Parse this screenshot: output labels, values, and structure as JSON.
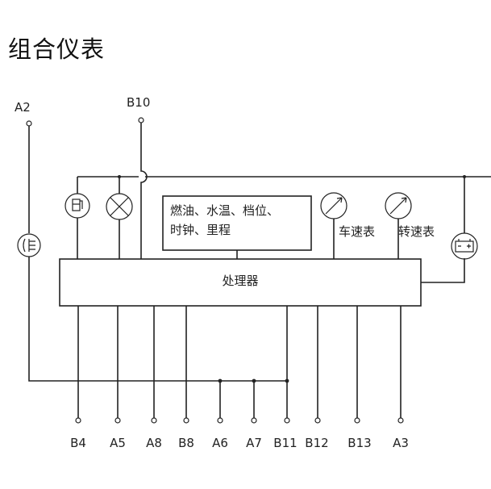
{
  "title": "组合仪表",
  "processor_label": "处理器",
  "display_box": {
    "line1": "燃油、水温、档位、",
    "line2": "时钟、里程"
  },
  "gauges": {
    "speedometer": "车速表",
    "tachometer": "转速表"
  },
  "top_terminals": [
    "A2",
    "B10"
  ],
  "bottom_terminals": [
    "B4",
    "A5",
    "A8",
    "B8",
    "A6",
    "A7",
    "B11",
    "B12",
    "B13",
    "A3"
  ],
  "icons": [
    "fuel-pump-icon",
    "lamp-icon",
    "speedometer-icon",
    "tachometer-icon",
    "battery-icon",
    "turn-signal-icon"
  ]
}
